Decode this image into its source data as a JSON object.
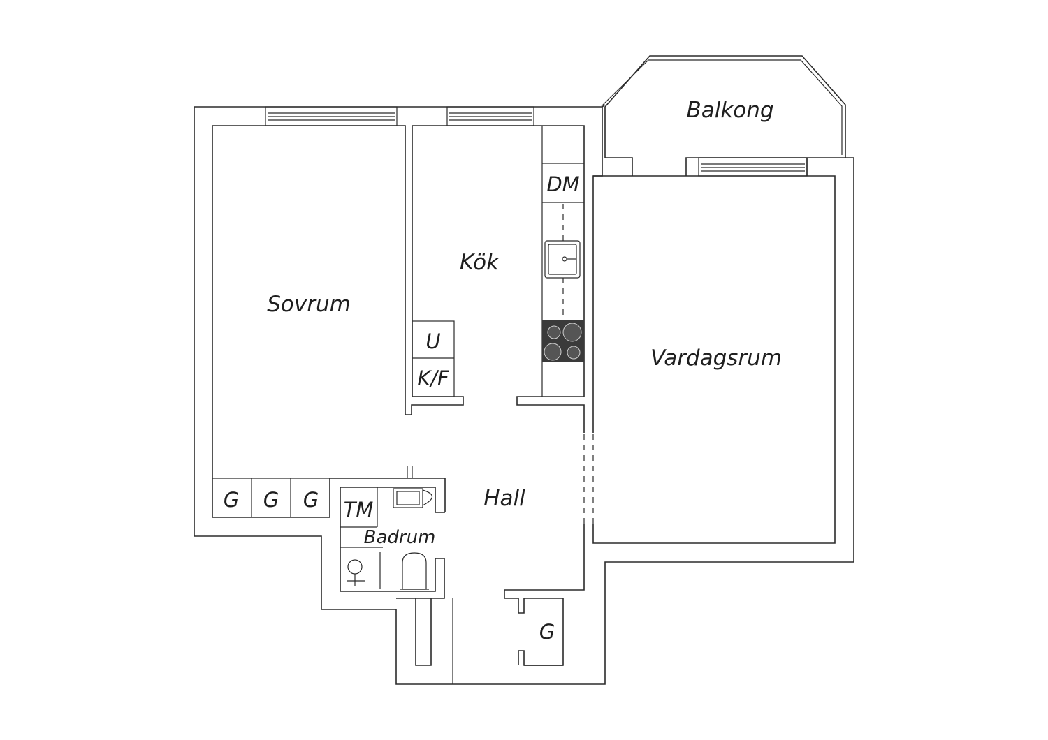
{
  "rooms": {
    "sovrum": "Sovrum",
    "kok": "Kök",
    "vardagsrum": "Vardagsrum",
    "balkong": "Balkong",
    "hall": "Hall",
    "badrum": "Badrum"
  },
  "fixtures": {
    "dishwasher": "DM",
    "oven": "U",
    "fridge_freezer": "K/F",
    "wardrobe": "G",
    "washing_machine": "TM"
  },
  "colors": {
    "line": "#2b2b2b",
    "stove": "#3a3a3a",
    "background": "#ffffff"
  }
}
